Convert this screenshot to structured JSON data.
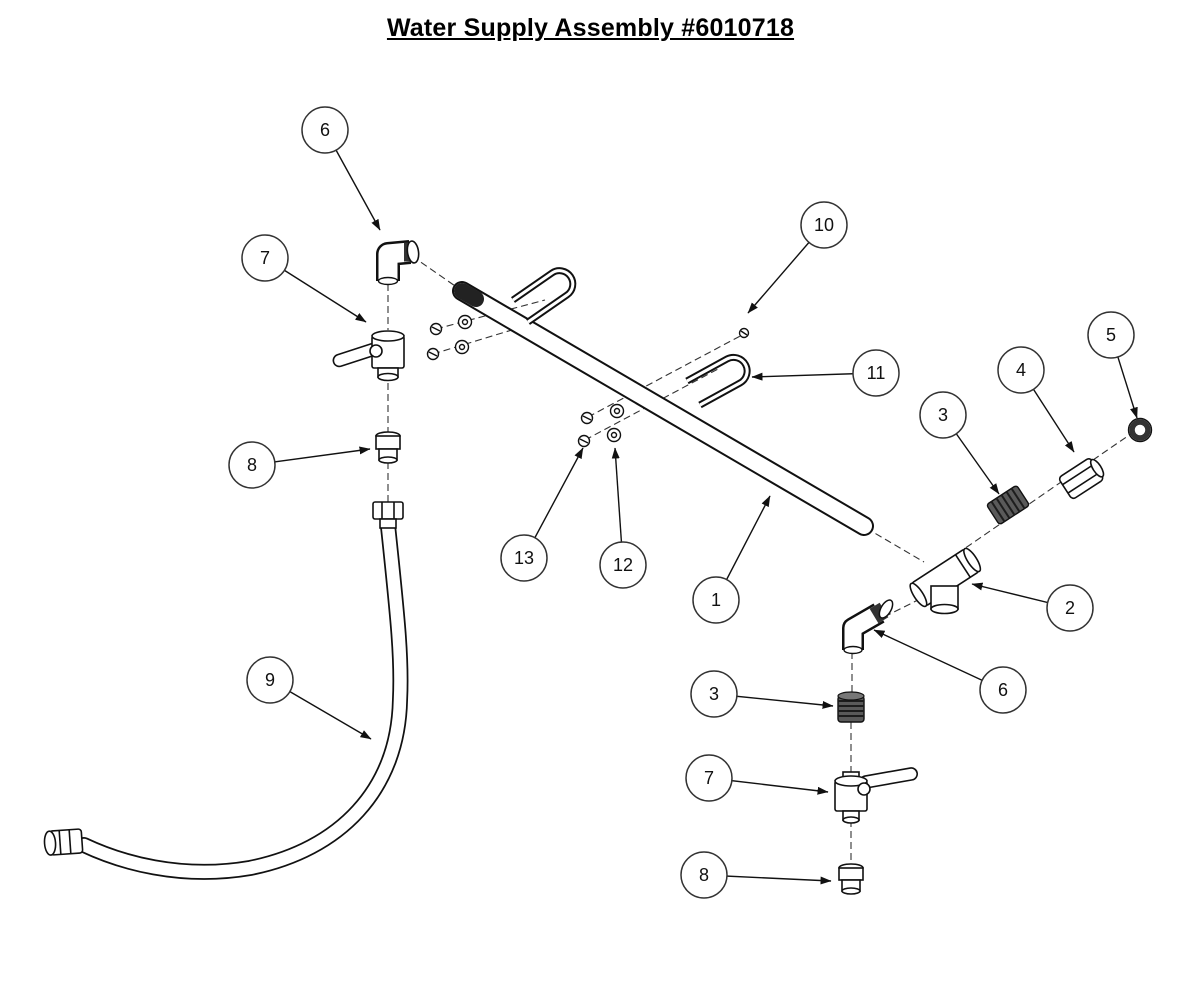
{
  "title": "Water Supply Assembly #6010718",
  "callouts": [
    {
      "label": "6"
    },
    {
      "label": "7"
    },
    {
      "label": "10"
    },
    {
      "label": "11"
    },
    {
      "label": "5"
    },
    {
      "label": "4"
    },
    {
      "label": "3"
    },
    {
      "label": "8"
    },
    {
      "label": "2"
    },
    {
      "label": "13"
    },
    {
      "label": "12"
    },
    {
      "label": "1"
    },
    {
      "label": "6"
    },
    {
      "label": "3"
    },
    {
      "label": "9"
    },
    {
      "label": "7"
    },
    {
      "label": "8"
    }
  ]
}
